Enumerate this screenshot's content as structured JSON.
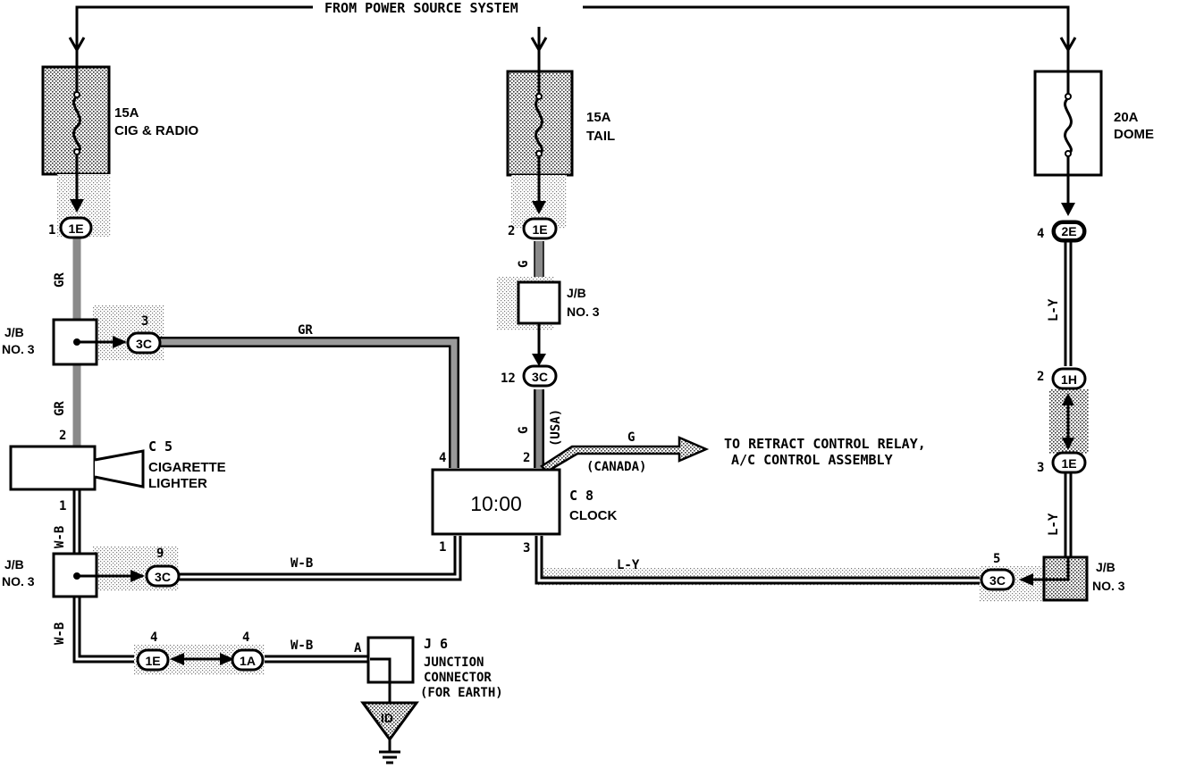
{
  "header": {
    "power_source": "FROM POWER SOURCE SYSTEM"
  },
  "fuses": {
    "cig": {
      "amp": "15A",
      "name": "CIG & RADIO"
    },
    "tail": {
      "amp": "15A",
      "name": "TAIL"
    },
    "dome": {
      "amp": "20A",
      "name": "DOME"
    }
  },
  "connectors": {
    "c1e_top": {
      "pin": "1",
      "id": "1E"
    },
    "c1e_mid": {
      "pin": "2",
      "id": "1E"
    },
    "c2e": {
      "pin": "4",
      "id": "2E"
    },
    "c3c_left_top": {
      "pin": "3",
      "id": "3C"
    },
    "c3c_mid": {
      "pin": "12",
      "id": "3C"
    },
    "c3c_left_bot": {
      "pin": "9",
      "id": "3C"
    },
    "c3c_right": {
      "pin": "5",
      "id": "3C"
    },
    "c1h": {
      "pin": "2",
      "id": "1H"
    },
    "c1e_right": {
      "pin": "3",
      "id": "1E"
    },
    "c1e_bottom": {
      "pin": "4",
      "id": "1E"
    },
    "c1a": {
      "pin": "4",
      "id": "1A"
    }
  },
  "jb": {
    "left_top": {
      "l1": "J/B",
      "l2": "NO. 3"
    },
    "mid": {
      "l1": "J/B",
      "l2": "NO. 3"
    },
    "left_bot": {
      "l1": "J/B",
      "l2": "NO. 3"
    },
    "right": {
      "l1": "J/B",
      "l2": "NO. 3"
    }
  },
  "wires": {
    "gr1": "GR",
    "gr2": "GR",
    "gr3": "GR",
    "g1": "G",
    "g2": "G",
    "g3": "G",
    "ly1": "L-Y",
    "ly2": "L-Y",
    "ly3": "L-Y",
    "wb1": "W-B",
    "wb2": "W-B",
    "wb3": "W-B",
    "wb4": "W-B"
  },
  "region": {
    "usa": "(USA)",
    "canada": "(CANADA)"
  },
  "components": {
    "lighter": {
      "code": "C 5",
      "l1": "CIGARETTE",
      "l2": "LIGHTER",
      "pin2": "2",
      "pin1": "1"
    },
    "clock": {
      "code": "C 8",
      "name": "CLOCK",
      "display": "10:00",
      "pin4": "4",
      "pin2": "2",
      "pin3": "3",
      "pin1": "1"
    },
    "junction": {
      "code": "J 6",
      "l1": "JUNCTION",
      "l2": "CONNECTOR",
      "l3": "(FOR EARTH)",
      "pin": "A",
      "ground": "ID"
    }
  },
  "destination": {
    "l1": "TO RETRACT CONTROL RELAY,",
    "l2": "A/C CONTROL ASSEMBLY"
  }
}
